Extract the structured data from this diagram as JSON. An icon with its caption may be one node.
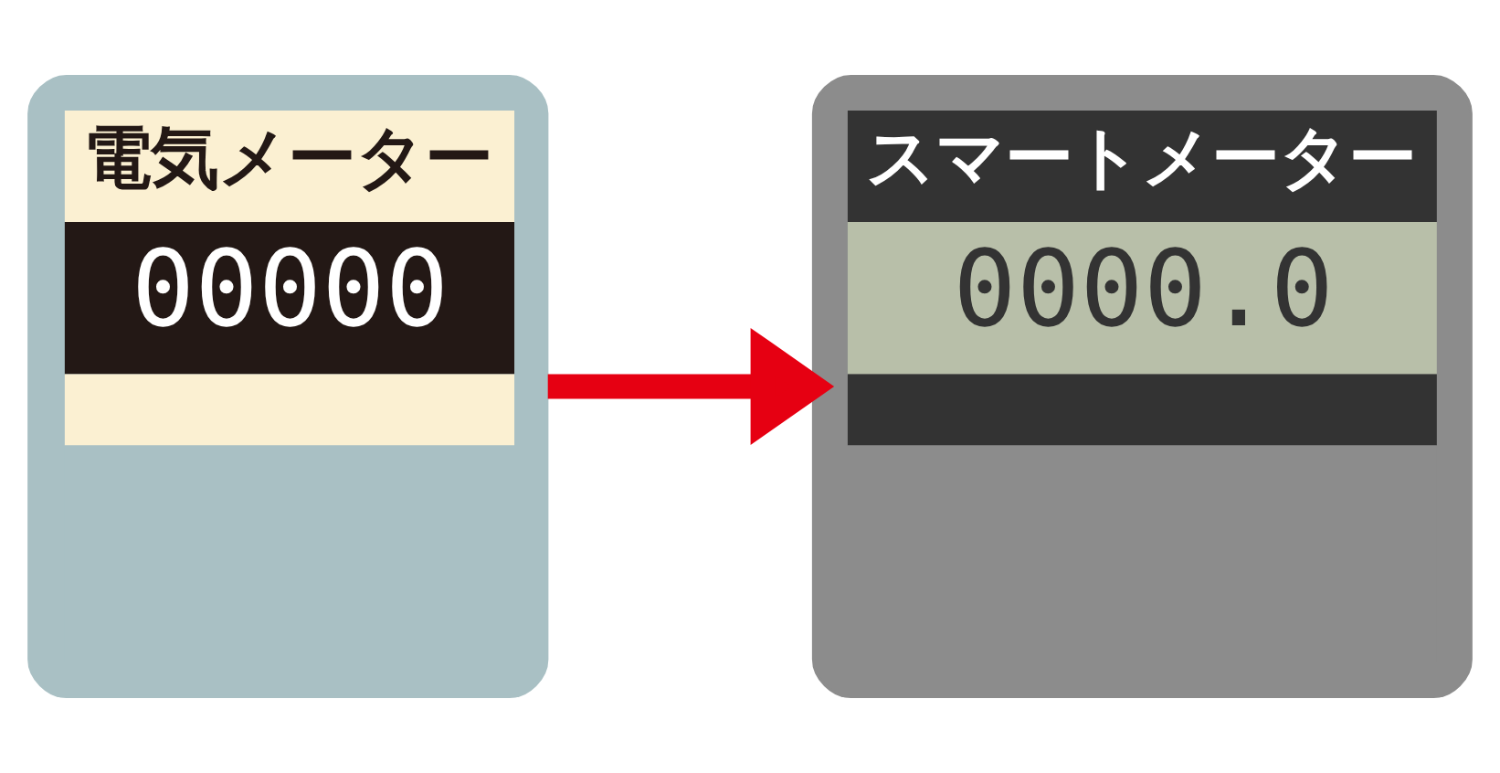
{
  "diagram": {
    "nodes": [
      {
        "text": [
          "電気メーター",
          "00000"
        ]
      },
      {
        "text": [
          "スマートメーター",
          "0000.0"
        ]
      }
    ],
    "edges": [
      {
        "from": 0,
        "to": 1,
        "arrow": "to",
        "color": "#e60012"
      }
    ]
  }
}
